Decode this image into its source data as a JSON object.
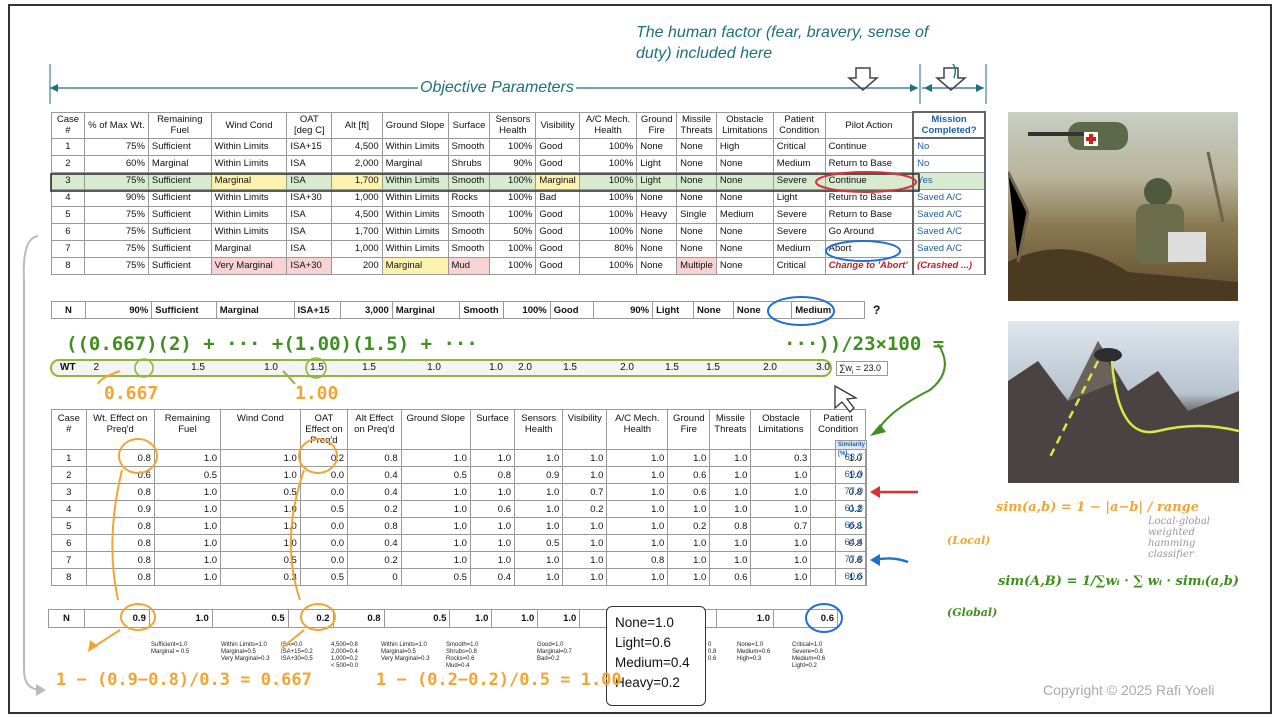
{
  "annotations": {
    "human_factor": "The human factor (fear, bravery, sense of duty)  included here",
    "objective_parameters": "Objective Parameters",
    "wt_label": "WT",
    "sum_weights": "∑w",
    "sum_weights_sub": "i",
    "sum_weights_value": "= 23.0",
    "hw_top": "((0.667)(2) + ··· +(1.00)(1.5) + ···",
    "hw_right": "···))/23×100 =",
    "hw_0667": "0.667",
    "hw_100": "1.00",
    "hw_bottom_left": "1 − (0.9−0.8)/0.3 = 0.667",
    "hw_bottom_mid": "1 − (0.2−0.2)/0.5 = 1.00",
    "local_label": "(Local)",
    "global_label": "(Global)",
    "classifier_label": "Local-global weighted hamming classifier",
    "formula_local": "sim(a,b) = 1 − |a−b| / range",
    "formula_global": "sim(A,B) = 1/∑wᵢ · ∑ wᵢ · simᵢ(a,b)",
    "copyright": "Copyright © 2025 Rafi Yoeli",
    "question_mark": "?"
  },
  "legend": [
    "None=1.0",
    "Light=0.6",
    "Medium=0.4",
    "Heavy=0.2"
  ],
  "case_table": {
    "headers": [
      "Case #",
      "% of Max Wt.",
      "Remaining Fuel",
      "Wind Cond",
      "OAT [deg C]",
      "Alt [ft]",
      "Ground Slope",
      "Surface",
      "Sensors Health",
      "Visibility",
      "A/C Mech. Health",
      "Ground Fire",
      "Missile Threats",
      "Obstacle Limitations",
      "Patient Condition",
      "Pilot Action",
      "Mission Completed?"
    ],
    "rows": [
      [
        "1",
        "75%",
        "Sufficient",
        "Within Limits",
        "ISA+15",
        "4,500",
        "Within Limits",
        "Smooth",
        "100%",
        "Good",
        "100%",
        "None",
        "None",
        "High",
        "Critical",
        "Continue",
        "No"
      ],
      [
        "2",
        "60%",
        "Marginal",
        "Within Limits",
        "ISA",
        "2,000",
        "Marginal",
        "Shrubs",
        "90%",
        "Good",
        "100%",
        "Light",
        "None",
        "None",
        "Medium",
        "Return to Base",
        "No"
      ],
      [
        "3",
        "75%",
        "Sufficient",
        "Marginal",
        "ISA",
        "1,700",
        "Within Limits",
        "Smooth",
        "100%",
        "Marginal",
        "100%",
        "Light",
        "None",
        "None",
        "Severe",
        "Continue",
        "Yes"
      ],
      [
        "4",
        "90%",
        "Sufficient",
        "Within Limits",
        "ISA+30",
        "1,000",
        "Within Limits",
        "Rocks",
        "100%",
        "Bad",
        "100%",
        "None",
        "None",
        "None",
        "Light",
        "Return to Base",
        "Saved A/C"
      ],
      [
        "5",
        "75%",
        "Sufficient",
        "Within Limits",
        "ISA",
        "4,500",
        "Within Limits",
        "Smooth",
        "100%",
        "Good",
        "100%",
        "Heavy",
        "Single",
        "Medium",
        "Severe",
        "Return to Base",
        "Saved A/C"
      ],
      [
        "6",
        "75%",
        "Sufficient",
        "Within Limits",
        "ISA",
        "1,700",
        "Within Limits",
        "Smooth",
        "50%",
        "Good",
        "100%",
        "None",
        "None",
        "None",
        "Severe",
        "Go Around",
        "Saved A/C"
      ],
      [
        "7",
        "75%",
        "Sufficient",
        "Marginal",
        "ISA",
        "1,000",
        "Within Limits",
        "Smooth",
        "100%",
        "Good",
        "80%",
        "None",
        "None",
        "None",
        "Medium",
        "Abort",
        "Saved A/C"
      ],
      [
        "8",
        "75%",
        "Sufficient",
        "Very Marginal",
        "ISA+30",
        "200",
        "Marginal",
        "Mud",
        "100%",
        "Good",
        "100%",
        "None",
        "Multiple",
        "None",
        "Critical",
        "Change to 'Abort'",
        "(Crashed ...)"
      ]
    ]
  },
  "new_case": [
    "N",
    "90%",
    "Sufficient",
    "Marginal",
    "ISA+15",
    "3,000",
    "Marginal",
    "Smooth",
    "100%",
    "Good",
    "90%",
    "Light",
    "None",
    "None",
    "Medium"
  ],
  "weights": [
    "2",
    "1.5",
    "1.0",
    "1.5",
    "1.5",
    "1.0",
    "1.0",
    "2.0",
    "1.5",
    "2.0",
    "1.5",
    "1.5",
    "2.0",
    "3.0"
  ],
  "sim_table": {
    "headers": [
      "Case #",
      "Wt. Effect on Preq'd",
      "Remaining Fuel",
      "Wind Cond",
      "OAT Effect on Preq'd",
      "Alt Effect on Preq'd",
      "Ground Slope",
      "Surface",
      "Sensors Health",
      "Visibility",
      "A/C Mech. Health",
      "Ground Fire",
      "Missile Threats",
      "Obstacle Limitations",
      "Patient Condition",
      "Similarity [%]"
    ],
    "rows": [
      [
        "1",
        "0.8",
        "1.0",
        "1.0",
        "0.2",
        "0.8",
        "1.0",
        "1.0",
        "1.0",
        "1.0",
        "1.0",
        "1.0",
        "1.0",
        "0.3",
        "1.0",
        "63.7"
      ],
      [
        "2",
        "0.6",
        "0.5",
        "1.0",
        "0.0",
        "0.4",
        "0.5",
        "0.8",
        "0.9",
        "1.0",
        "1.0",
        "0.6",
        "1.0",
        "1.0",
        "1.0",
        "69.9"
      ],
      [
        "3",
        "0.8",
        "1.0",
        "0.5",
        "0.0",
        "0.4",
        "1.0",
        "1.0",
        "1.0",
        "0.7",
        "1.0",
        "0.6",
        "1.0",
        "1.0",
        "0.8",
        "77.0"
      ],
      [
        "4",
        "0.9",
        "1.0",
        "1.0",
        "0.5",
        "0.2",
        "1.0",
        "0.6",
        "1.0",
        "0.2",
        "1.0",
        "1.0",
        "1.0",
        "1.0",
        "0.2",
        "61.8"
      ],
      [
        "5",
        "0.8",
        "1.0",
        "1.0",
        "0.0",
        "0.8",
        "1.0",
        "1.0",
        "1.0",
        "1.0",
        "1.0",
        "0.2",
        "0.8",
        "0.7",
        "0.8",
        "66.1"
      ],
      [
        "6",
        "0.8",
        "1.0",
        "1.0",
        "0.0",
        "0.4",
        "1.0",
        "1.0",
        "0.5",
        "1.0",
        "1.0",
        "1.0",
        "1.0",
        "1.0",
        "0.8",
        "64.4"
      ],
      [
        "7",
        "0.8",
        "1.0",
        "0.5",
        "0.0",
        "0.2",
        "1.0",
        "1.0",
        "1.0",
        "1.0",
        "0.8",
        "1.0",
        "1.0",
        "1.0",
        "0.6",
        "77.8"
      ],
      [
        "8",
        "0.8",
        "1.0",
        "0.3",
        "0.5",
        "0",
        "0.5",
        "0.4",
        "1.0",
        "1.0",
        "1.0",
        "1.0",
        "0.6",
        "1.0",
        "1.0",
        "60.6"
      ]
    ],
    "new_row": [
      "N",
      "0.9",
      "1.0",
      "0.5",
      "0.2",
      "0.8",
      "0.5",
      "1.0",
      "1.0",
      "1.0",
      "",
      "1.0",
      "",
      "1.0",
      "0.6"
    ]
  },
  "scale_notes": {
    "fuel": "Sufficient=1.0\nMarginal = 0.5",
    "wind": "Within Limits=1.0\nMarginal=0.5\nVery Marginal=0.3",
    "oat": "ISA=0.0\nISA+15=0.2\nISA+30=0.5",
    "alt": "4,500=0.8\n2,000=0.4\n1,000=0.2\n< 500=0.0",
    "slope": "Within Limits=1.0\nMarginal=0.5\nVery Marginal=0.3",
    "surface": "Smooth=1.0\nShrubs=0.8\nRocks=0.6\nMud=0.4",
    "visibility": "Good=1.0\nMarginal=0.7\nBad=0.2",
    "missile": "0\n0.8\n0.6",
    "obstacle": "None=1.0\nMedium=0.6\nHigh=0.3",
    "patient": "Critical=1.0\nSevere=0.8\nMedium=0.6\nLight=0.2"
  }
}
